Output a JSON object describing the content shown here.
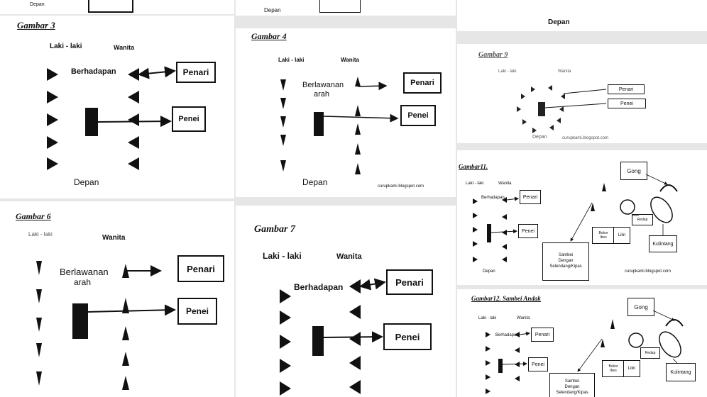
{
  "top_fragments": {
    "left": "Depan",
    "middle": "Depan",
    "right": "Depan"
  },
  "panels": {
    "g3": {
      "title": "Gambar 3",
      "male": "Laki - laki",
      "female": "Wanita",
      "formation": "Berhadapan",
      "box1": "Penari",
      "box2": "Penei",
      "front": "Depan"
    },
    "g4": {
      "title": "Gambar 4",
      "male": "Laki - laki",
      "female": "Wanita",
      "formation_line1": "Berlawanan",
      "formation_line2": "arah",
      "box1": "Penari",
      "box2": "Penei",
      "front": "Depan",
      "watermark": "curupkami.blogspot.com"
    },
    "g9": {
      "title": "Gambar 9",
      "male": "Laki - laki",
      "female": "Wanita",
      "box1": "Penari",
      "box2": "Penei",
      "front": "Depan",
      "watermark": "curupkami.blogspot.com"
    },
    "g6": {
      "title": "Gambar 6",
      "male": "Laki - laki",
      "female": "Wanita",
      "formation_line1": "Berlawanan",
      "formation_line2": "arah",
      "box1": "Penari",
      "box2": "Penei"
    },
    "g7": {
      "title": "Gambar 7",
      "male": "Laki - laki",
      "female": "Wanita",
      "formation": "Berhadapan",
      "box1": "Penari",
      "box2": "Penei"
    },
    "g11": {
      "title": "Gambar11.",
      "male": "Laki - laki",
      "female": "Wanita",
      "formation": "Berhadapan",
      "box1": "Penari",
      "box2": "Penei",
      "front": "Depan",
      "gong": "Gong",
      "sambei_1": "Sambei",
      "sambei_2": "Dengan",
      "sambei_3": "Selendang/Kipas",
      "bokor_1": "Bokor",
      "bokor_2": "Ibes",
      "lilin": "Lilin",
      "redap": "Redap",
      "kulintang": "Kulintang",
      "watermark": "curupkami.blogspot.com"
    },
    "g12": {
      "title": "Gambar12. Sambei Andak",
      "male": "Laki - laki",
      "female": "Wanita",
      "formation": "Berhadapan",
      "box1": "Penari",
      "box2": "Penei",
      "gong": "Gong",
      "sambei_1": "Sambei",
      "sambei_2": "Dengan",
      "sambei_3": "Selendang/Kipas",
      "bokor_1": "Bokor",
      "bokor_2": "Ibes",
      "lilin": "Lilin",
      "redap": "Redap",
      "kulintang": "Kulintang"
    }
  }
}
